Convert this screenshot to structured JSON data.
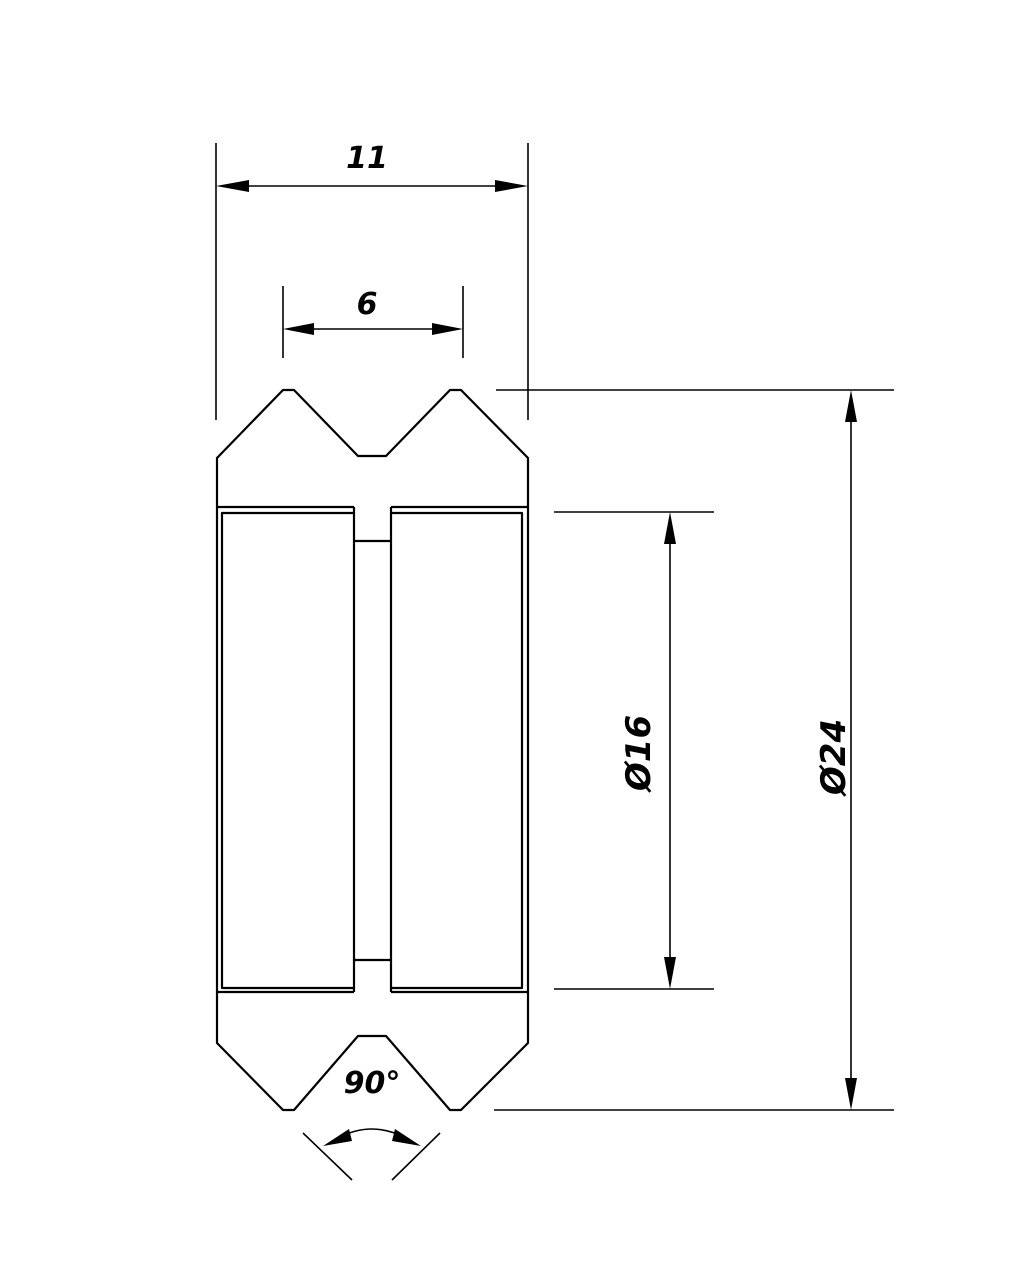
{
  "dimensions": {
    "overall_width": "11",
    "groove_width": "6",
    "bore_diameter": "Ø16",
    "outer_diameter": "Ø24",
    "groove_angle": "90°"
  },
  "colors": {
    "line": "#000000",
    "background": "#ffffff"
  }
}
